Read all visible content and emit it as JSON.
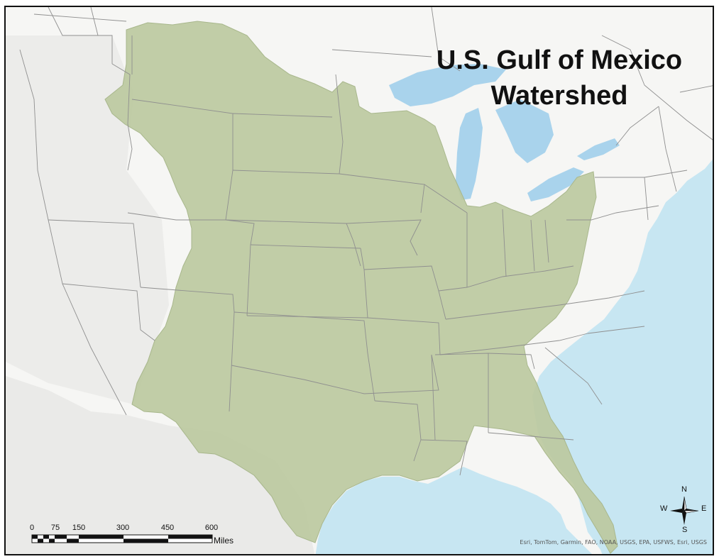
{
  "map": {
    "title_line1": "U.S. Gulf of Mexico",
    "title_line2": "Watershed",
    "attribution": "Esri, TomTom, Garmin, FAO, NOAA, USGS, EPA, USFWS, Esri, USGS",
    "scale_bar": {
      "ticks": [
        "0",
        "75",
        "150",
        "300",
        "450",
        "600"
      ],
      "unit": "Miles"
    },
    "compass": {
      "n": "N",
      "s": "S",
      "e": "E",
      "w": "W"
    },
    "colors": {
      "ocean": "#c7e6f2",
      "land": "#f5f5f3",
      "lakes": "#a9d3ec",
      "watershed": "#bcc9a0",
      "state_lines": "#8f8f8f"
    }
  }
}
